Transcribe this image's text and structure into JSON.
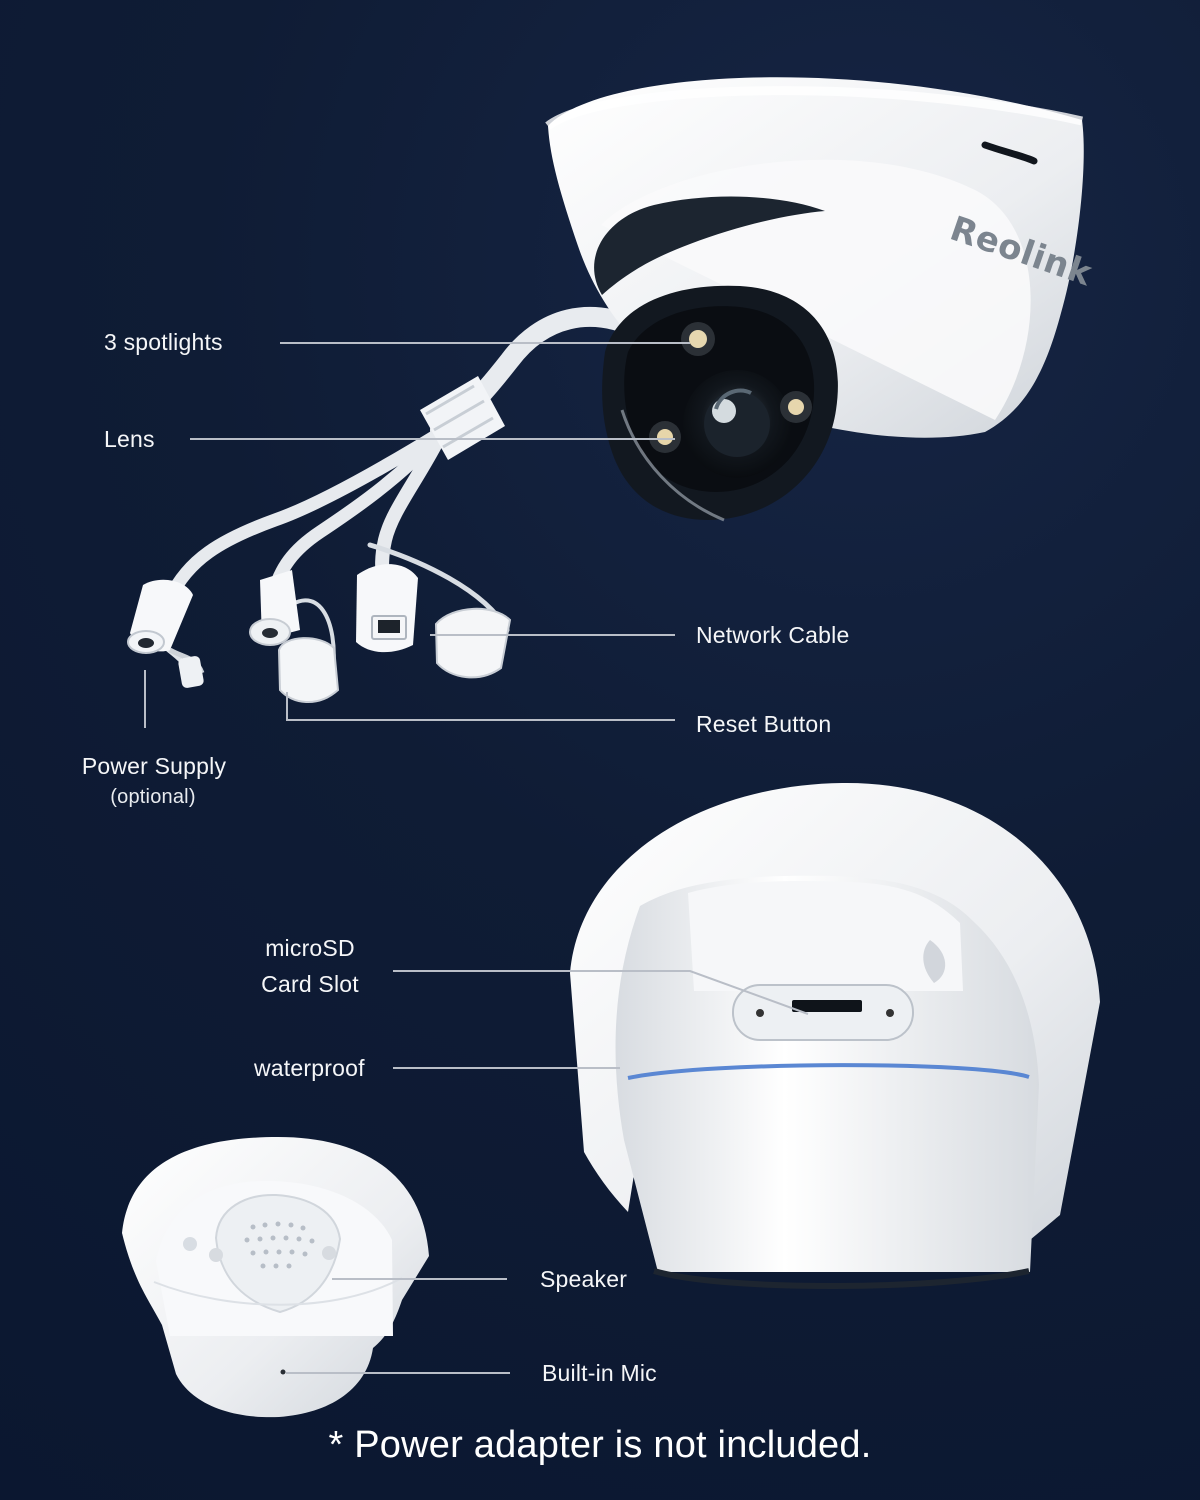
{
  "colors": {
    "background": "#0f1c35",
    "device_white": "#f2f3f5",
    "device_shadow": "#c8ccd2",
    "lens_black": "#161a20",
    "callout_line": "#b9bec7",
    "waterproof_ring": "#5a87d3"
  },
  "camera": {
    "brand": "Reolink"
  },
  "callouts": {
    "spotlights": "3 spotlights",
    "lens": "Lens",
    "network_cable": "Network Cable",
    "reset_button": "Reset Button",
    "power_supply": "Power Supply",
    "power_supply_note": "(optional)",
    "microsd_line1": "microSD",
    "microsd_line2": "Card Slot",
    "waterproof": "waterproof",
    "speaker": "Speaker",
    "built_in_mic": "Built-in Mic"
  },
  "footnote": "* Power adapter is not included."
}
